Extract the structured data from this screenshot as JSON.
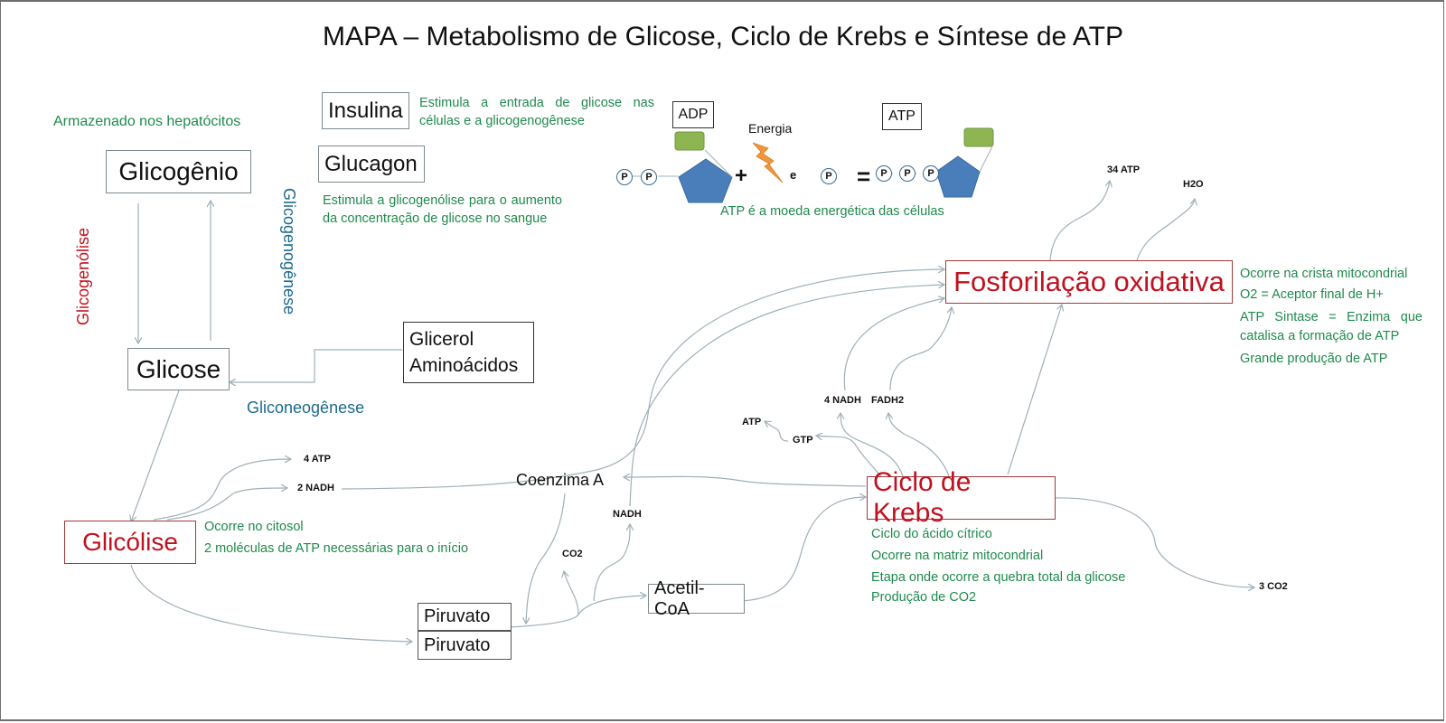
{
  "title": "MAPA – Metabolismo de Glicose, Ciclo de Krebs e Síntese de ATP",
  "colors": {
    "process_red": "#c0111f",
    "note_green": "#1f8a4c",
    "pathway_blue": "#1c6a8e",
    "arrow_gray": "#9fb0b8",
    "pentose_blue": "#4a7ebb",
    "adenine_green": "#8db653",
    "energy_orange": "#f3963a"
  },
  "left": {
    "storage_note": "Armazenado nos hepatócitos",
    "glicogenio": "Glicogênio",
    "glicogenolise": "Glicogenólise",
    "glicogenogenese": "Glicogenogênese",
    "glicose": "Glicose",
    "glicerol": "Glicerol",
    "aminoacidos": "Aminoácidos",
    "gliconeogenese": "Gliconeogênese"
  },
  "hormones": {
    "insulina": {
      "label": "Insulina",
      "note": "Estimula a entrada de glicose nas células e a glicogenogênese"
    },
    "glucagon": {
      "label": "Glucagon",
      "note": "Estimula a glicogenólise para o aumento da concentração de glicose no sangue"
    }
  },
  "atp_equation": {
    "adp_label": "ADP",
    "atp_label": "ATP",
    "energy_label": "Energia",
    "plus": "+",
    "and": "e",
    "equals": "=",
    "phosphate": "P",
    "caption": "ATP é a moeda energética das células",
    "icons": [
      "phosphate-icon",
      "pentose-pentagon-icon",
      "adenine-rectangle-icon",
      "lightning-energy-icon"
    ]
  },
  "glicolise": {
    "label": "Glicólise",
    "notes": [
      "Ocorre no citosol",
      "2 moléculas de ATP necessárias para o início"
    ],
    "products": [
      "4 ATP",
      "2 NADH"
    ]
  },
  "piruvato": [
    "Piruvato",
    "Piruvato"
  ],
  "link_reaction": {
    "coenzima": "Coenzima A",
    "co2": "CO2",
    "nadh": "NADH",
    "acetil": "Acetil-CoA"
  },
  "krebs": {
    "label": "Ciclo de Krebs",
    "notes": [
      "Ciclo do ácido cítrico",
      "Ocorre na matriz mitocondrial",
      "Etapa onde ocorre a quebra total da glicose",
      "Produção de CO2"
    ],
    "products": {
      "nadh": "4 NADH",
      "fadh": "FADH2",
      "gtp": "GTP",
      "atp": "ATP",
      "co2": "3 CO2"
    }
  },
  "fosforilacao": {
    "label": "Fosforilação oxidativa",
    "notes": [
      "Ocorre na crista mitocondrial",
      "O2 = Aceptor final de H+",
      "ATP Sintase = Enzima que catalisa a formação de ATP",
      "Grande produção de ATP"
    ],
    "products": [
      "34 ATP",
      "H2O"
    ]
  }
}
